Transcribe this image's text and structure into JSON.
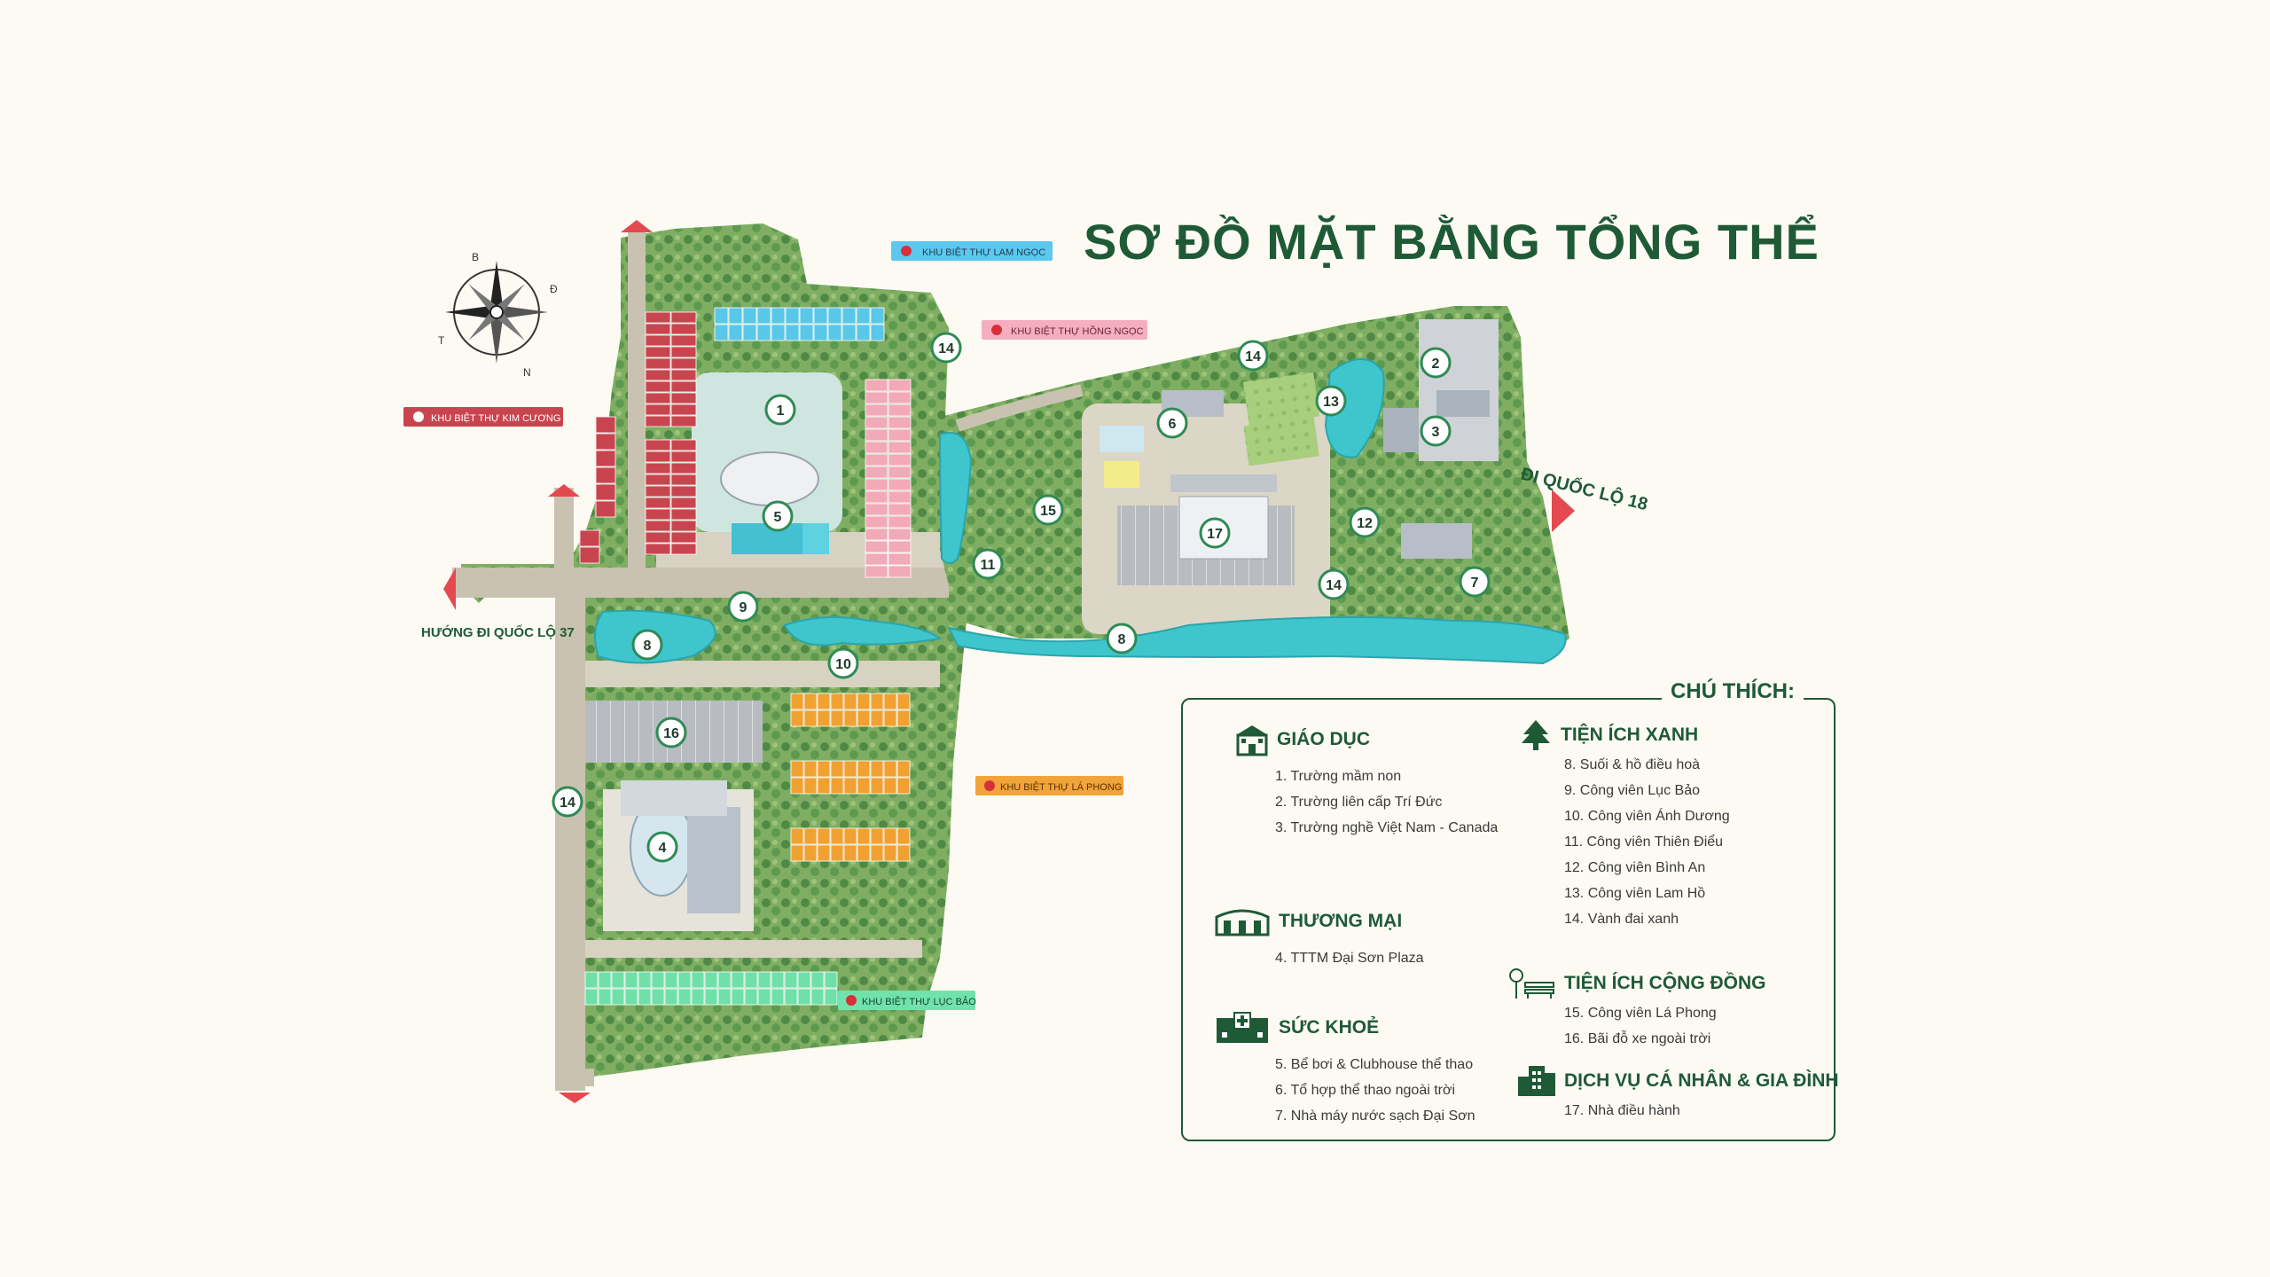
{
  "title": "SƠ ĐỒ MẶT BẰNG TỔNG THỂ",
  "compass": {
    "n": "B",
    "s": "N",
    "e": "Đ",
    "w": "T"
  },
  "zones": {
    "lam_ngoc": "KHU BIỆT THỰ LAM NGỌC",
    "hong_ngoc": "KHU BIỆT THỰ HỒNG NGỌC",
    "kim_cuong": "KHU BIỆT THỰ KIM CƯƠNG",
    "la_phong": "KHU BIỆT THỰ LÁ PHONG",
    "luc_bao": "KHU BIỆT THỰ LỤC BẢO"
  },
  "roads": {
    "ql18": "ĐI QUỐC LỘ 18",
    "ql37": "HƯỚNG ĐI QUỐC LỘ 37"
  },
  "markers": [
    "1",
    "2",
    "3",
    "4",
    "5",
    "6",
    "7",
    "8",
    "8",
    "9",
    "10",
    "11",
    "12",
    "13",
    "14",
    "14",
    "14",
    "14",
    "15",
    "16",
    "17"
  ],
  "legend": {
    "title": "CHÚ THÍCH:",
    "categories": [
      {
        "title": "GIÁO DỤC",
        "icon": "school-icon",
        "items": [
          "1. Trường mầm non",
          "2. Trường liên cấp Trí Đức",
          "3. Trường nghề Việt Nam - Canada"
        ]
      },
      {
        "title": "THƯƠNG MẠI",
        "icon": "shop-icon",
        "items": [
          "4. TTTM Đại Sơn Plaza"
        ]
      },
      {
        "title": "SỨC KHOẺ",
        "icon": "hospital-icon",
        "items": [
          "5. Bể bơi & Clubhouse thể thao",
          "6. Tổ hợp thể thao ngoài trời",
          "7. Nhà máy nước sạch Đại Sơn"
        ]
      },
      {
        "title": "TIỆN ÍCH XANH",
        "icon": "tree-icon",
        "items": [
          "8. Suối & hồ điều hoà",
          "9. Công viên Lục Bảo",
          "10. Công viên Ánh Dương",
          "11. Công viên Thiên Điểu",
          "12. Công viên Bình An",
          "13. Công viên Lam Hồ",
          "14. Vành đai xanh"
        ]
      },
      {
        "title": "TIỆN ÍCH CỘNG ĐỒNG",
        "icon": "bench-icon",
        "items": [
          "15. Công viên Lá Phong",
          "16. Bãi đỗ xe ngoài trời"
        ]
      },
      {
        "title": "DỊCH VỤ CÁ NHÂN & GIA ĐÌNH",
        "icon": "building-icon",
        "items": [
          "17. Nhà điều hành"
        ]
      }
    ]
  },
  "colors": {
    "accent": "#1f5a37",
    "kim_cuong": "#c8454f",
    "lam_ngoc": "#59c7e8",
    "hong_ngoc": "#f2a9b8",
    "la_phong": "#f0a132",
    "luc_bao": "#6fe0a8",
    "water": "#3cc4cc"
  }
}
